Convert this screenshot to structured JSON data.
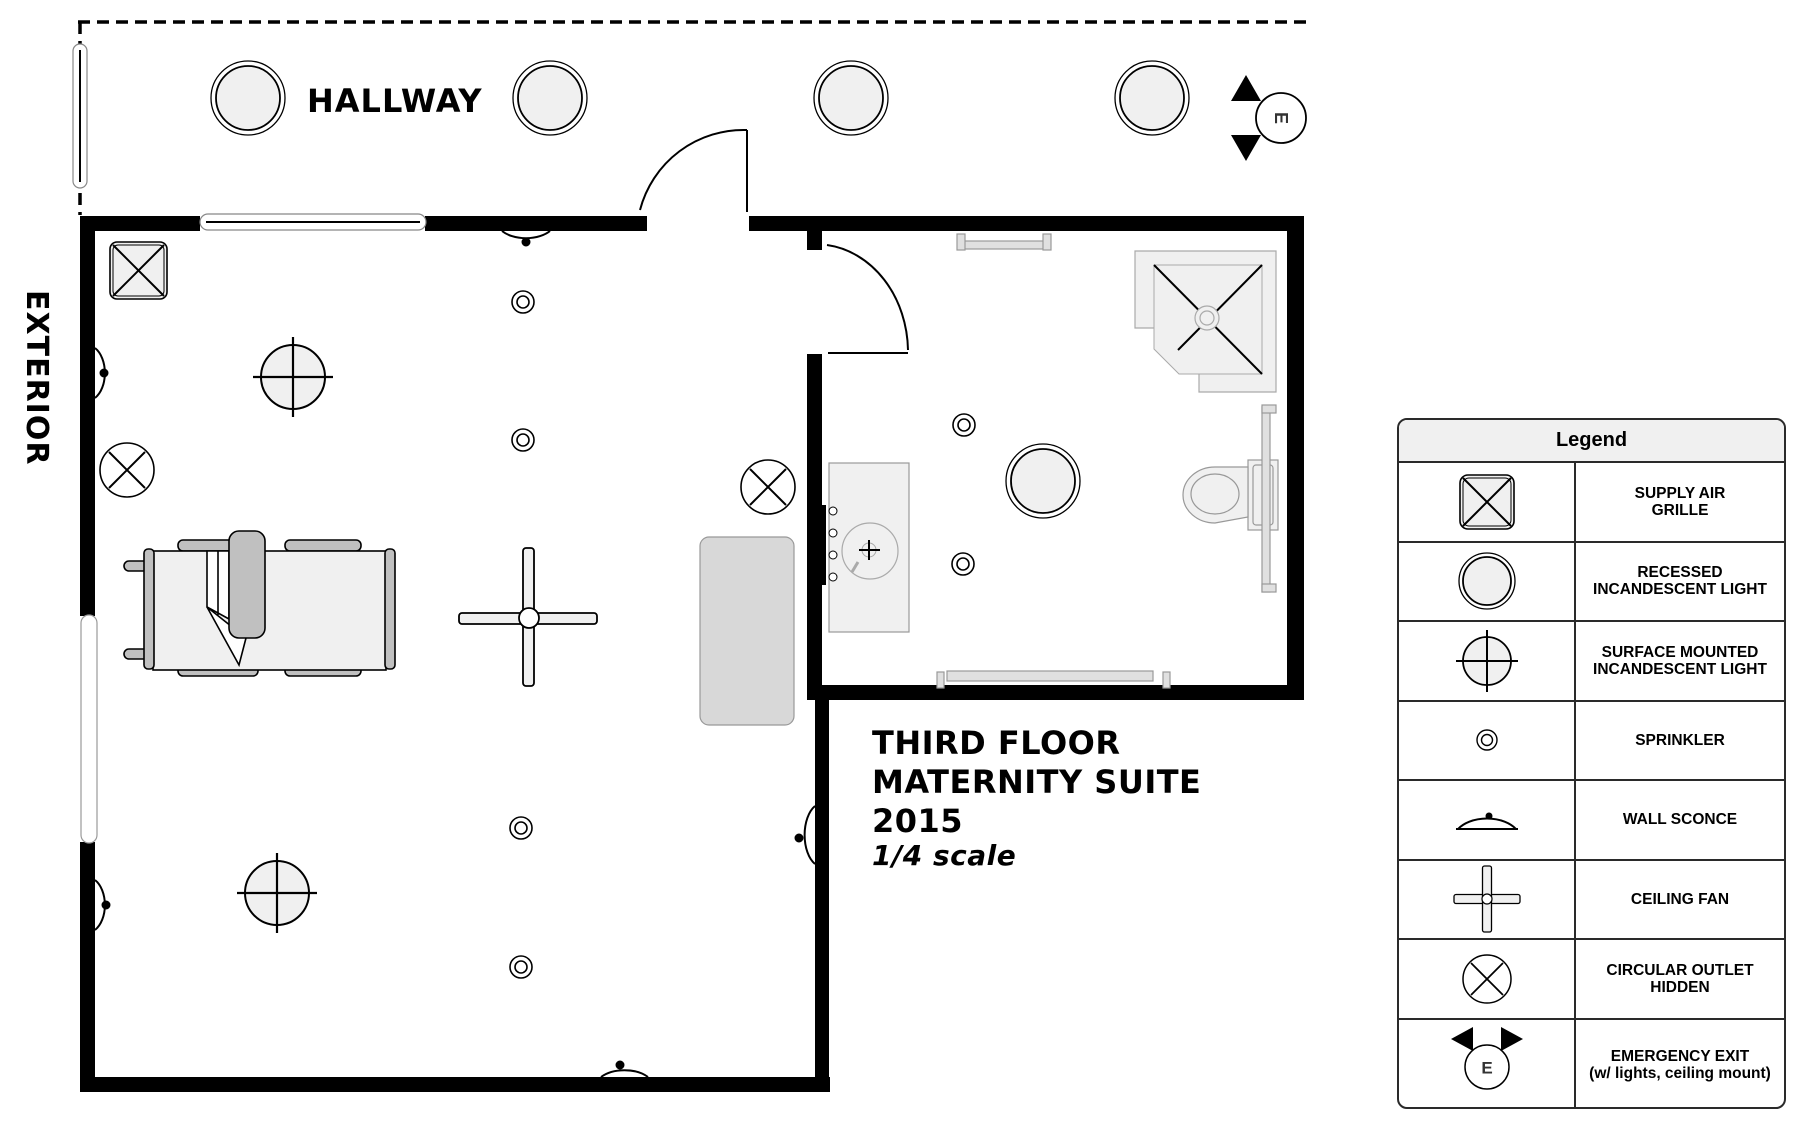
{
  "plan": {
    "hallway_label": "HALLWAY",
    "exterior_label": "EXTERIOR",
    "emergency_exit_letter": "E"
  },
  "title": {
    "line1": "THIRD FLOOR",
    "line2": "MATERNITY SUITE",
    "line3": "2015",
    "scale": "1/4 scale"
  },
  "legend": {
    "title": "Legend",
    "items": [
      {
        "symbol": "supply-air-grille-icon",
        "label": "SUPPLY AIR\nGRILLE"
      },
      {
        "symbol": "recessed-light-icon",
        "label": "RECESSED\nINCANDESCENT LIGHT"
      },
      {
        "symbol": "surface-light-icon",
        "label": "SURFACE MOUNTED\nINCANDESCENT LIGHT"
      },
      {
        "symbol": "sprinkler-icon",
        "label": "SPRINKLER"
      },
      {
        "symbol": "wall-sconce-icon",
        "label": "WALL SCONCE"
      },
      {
        "symbol": "ceiling-fan-icon",
        "label": "CEILING FAN"
      },
      {
        "symbol": "circular-outlet-icon",
        "label": "CIRCULAR OUTLET\nHIDDEN"
      },
      {
        "symbol": "emergency-exit-icon",
        "label": "EMERGENCY EXIT\n(w/ lights, ceiling mount)",
        "letter": "E"
      }
    ]
  },
  "colors": {
    "wall": "#000000",
    "fixture_fill": "#f0f0f0",
    "furniture_gray": "#c0c0c0",
    "couch_gray": "#d8d8d8",
    "fixture_stroke": "#999999"
  }
}
